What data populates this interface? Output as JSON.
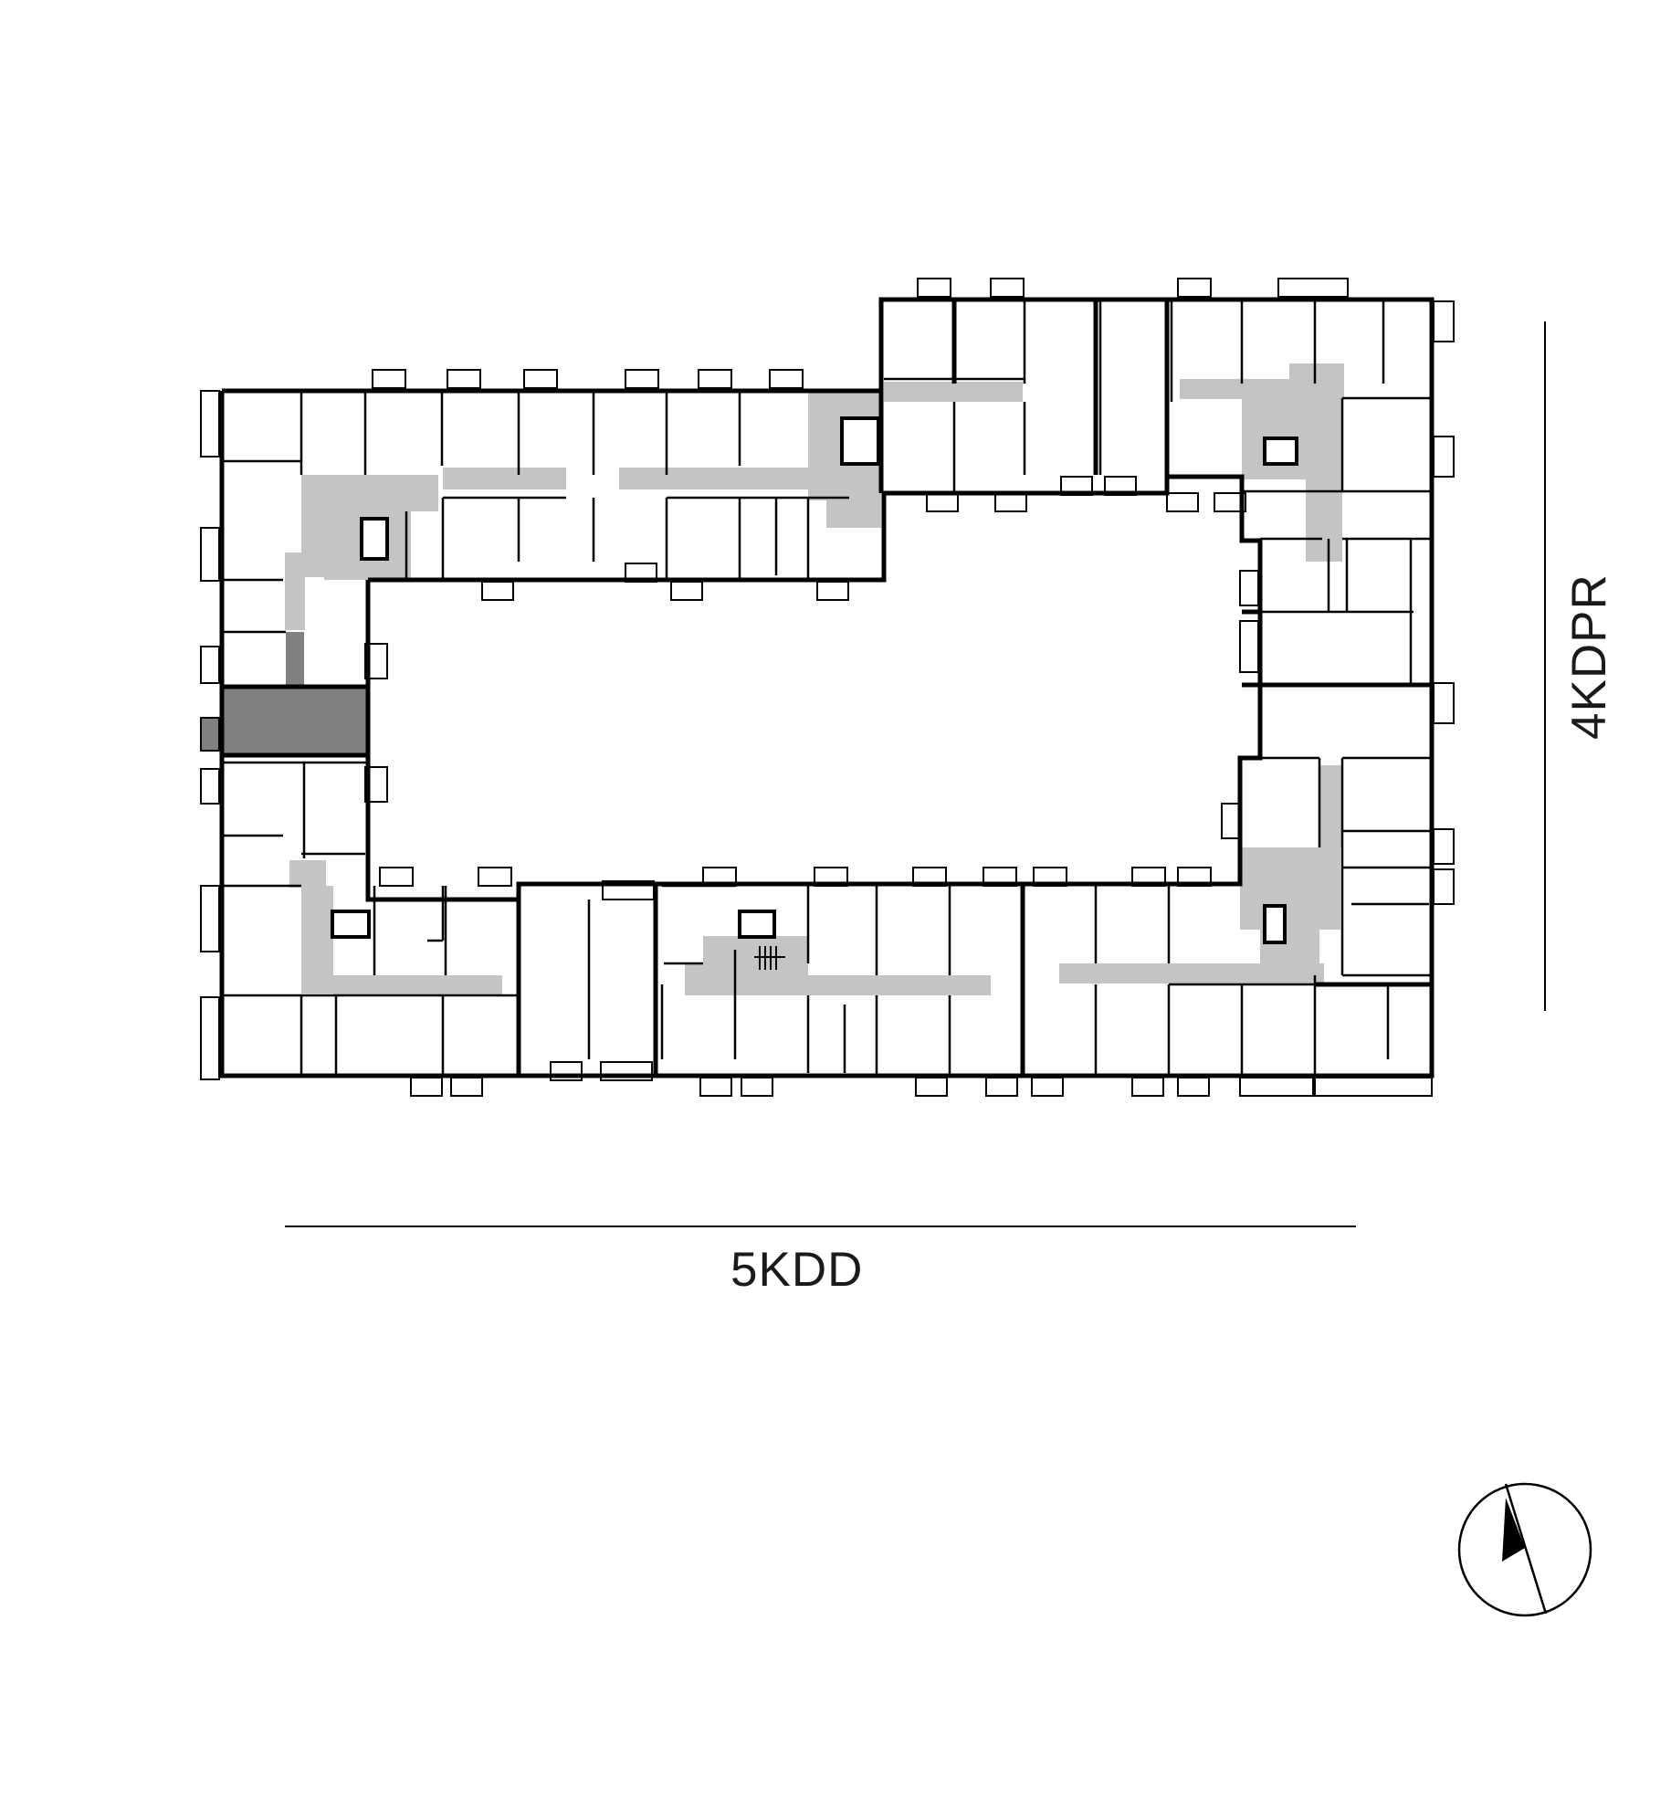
{
  "labels": {
    "street_bottom": "5KDD",
    "street_right": "4KDPR"
  },
  "colors": {
    "wall": "#000000",
    "corridor": "#c4c4c4",
    "highlighted_unit": "#808080",
    "background": "#ffffff"
  },
  "icons": {
    "north_arrow": "compass-north-arrow"
  },
  "highlighted_unit": "west-wing-unit"
}
